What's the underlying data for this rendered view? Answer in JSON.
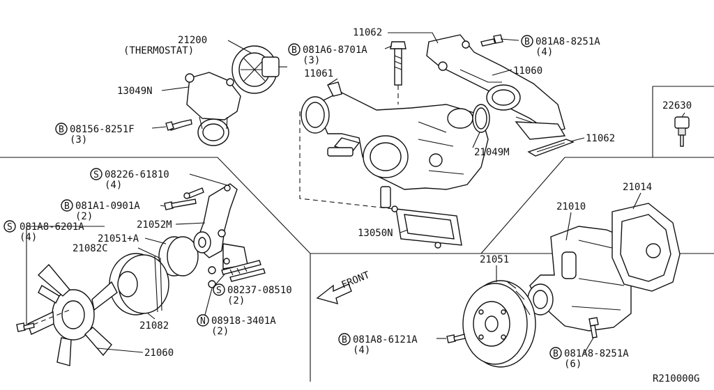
{
  "parts": {
    "p21200": "21200",
    "thermostat": "(THERMOSTAT)",
    "p13049N": "13049N",
    "p08156_8251F": "08156-8251F",
    "q3a": "(3)",
    "p081A6_8701A": "081A6-8701A",
    "q3b": "(3)",
    "p11062_top": "11062",
    "p081A8_8251A_top": "081A8-8251A",
    "q4a": "(4)",
    "p11061": "11061",
    "p11060": "11060",
    "p22630": "22630",
    "p21049M": "21049M",
    "p11062_bot": "11062",
    "p08226_61810": "08226-61810",
    "q4b": "(4)",
    "p081A1_0901A": "081A1-0901A",
    "q2a": "(2)",
    "p081A8_6201A": "081A8-6201A",
    "q4c": "(4)",
    "p21052M": "21052M",
    "p21051A": "21051+A",
    "p21082C": "21082C",
    "p13050N": "13050N",
    "p21014": "21014",
    "p21010": "21010",
    "p21051": "21051",
    "front": "FRONT",
    "p08237_08510": "08237-08510",
    "q2b": "(2)",
    "p08918_3401A": "08918-3401A",
    "q2c": "(2)",
    "p21082": "21082",
    "p21060": "21060",
    "p081A8_6121A": "081A8-6121A",
    "q4d": "(4)",
    "p081A8_8251A_bot": "081A8-8251A",
    "q6": "(6)",
    "ref": "R210000G"
  },
  "prefixes": {
    "bolt": "B",
    "screw": "S",
    "nut": "N"
  }
}
